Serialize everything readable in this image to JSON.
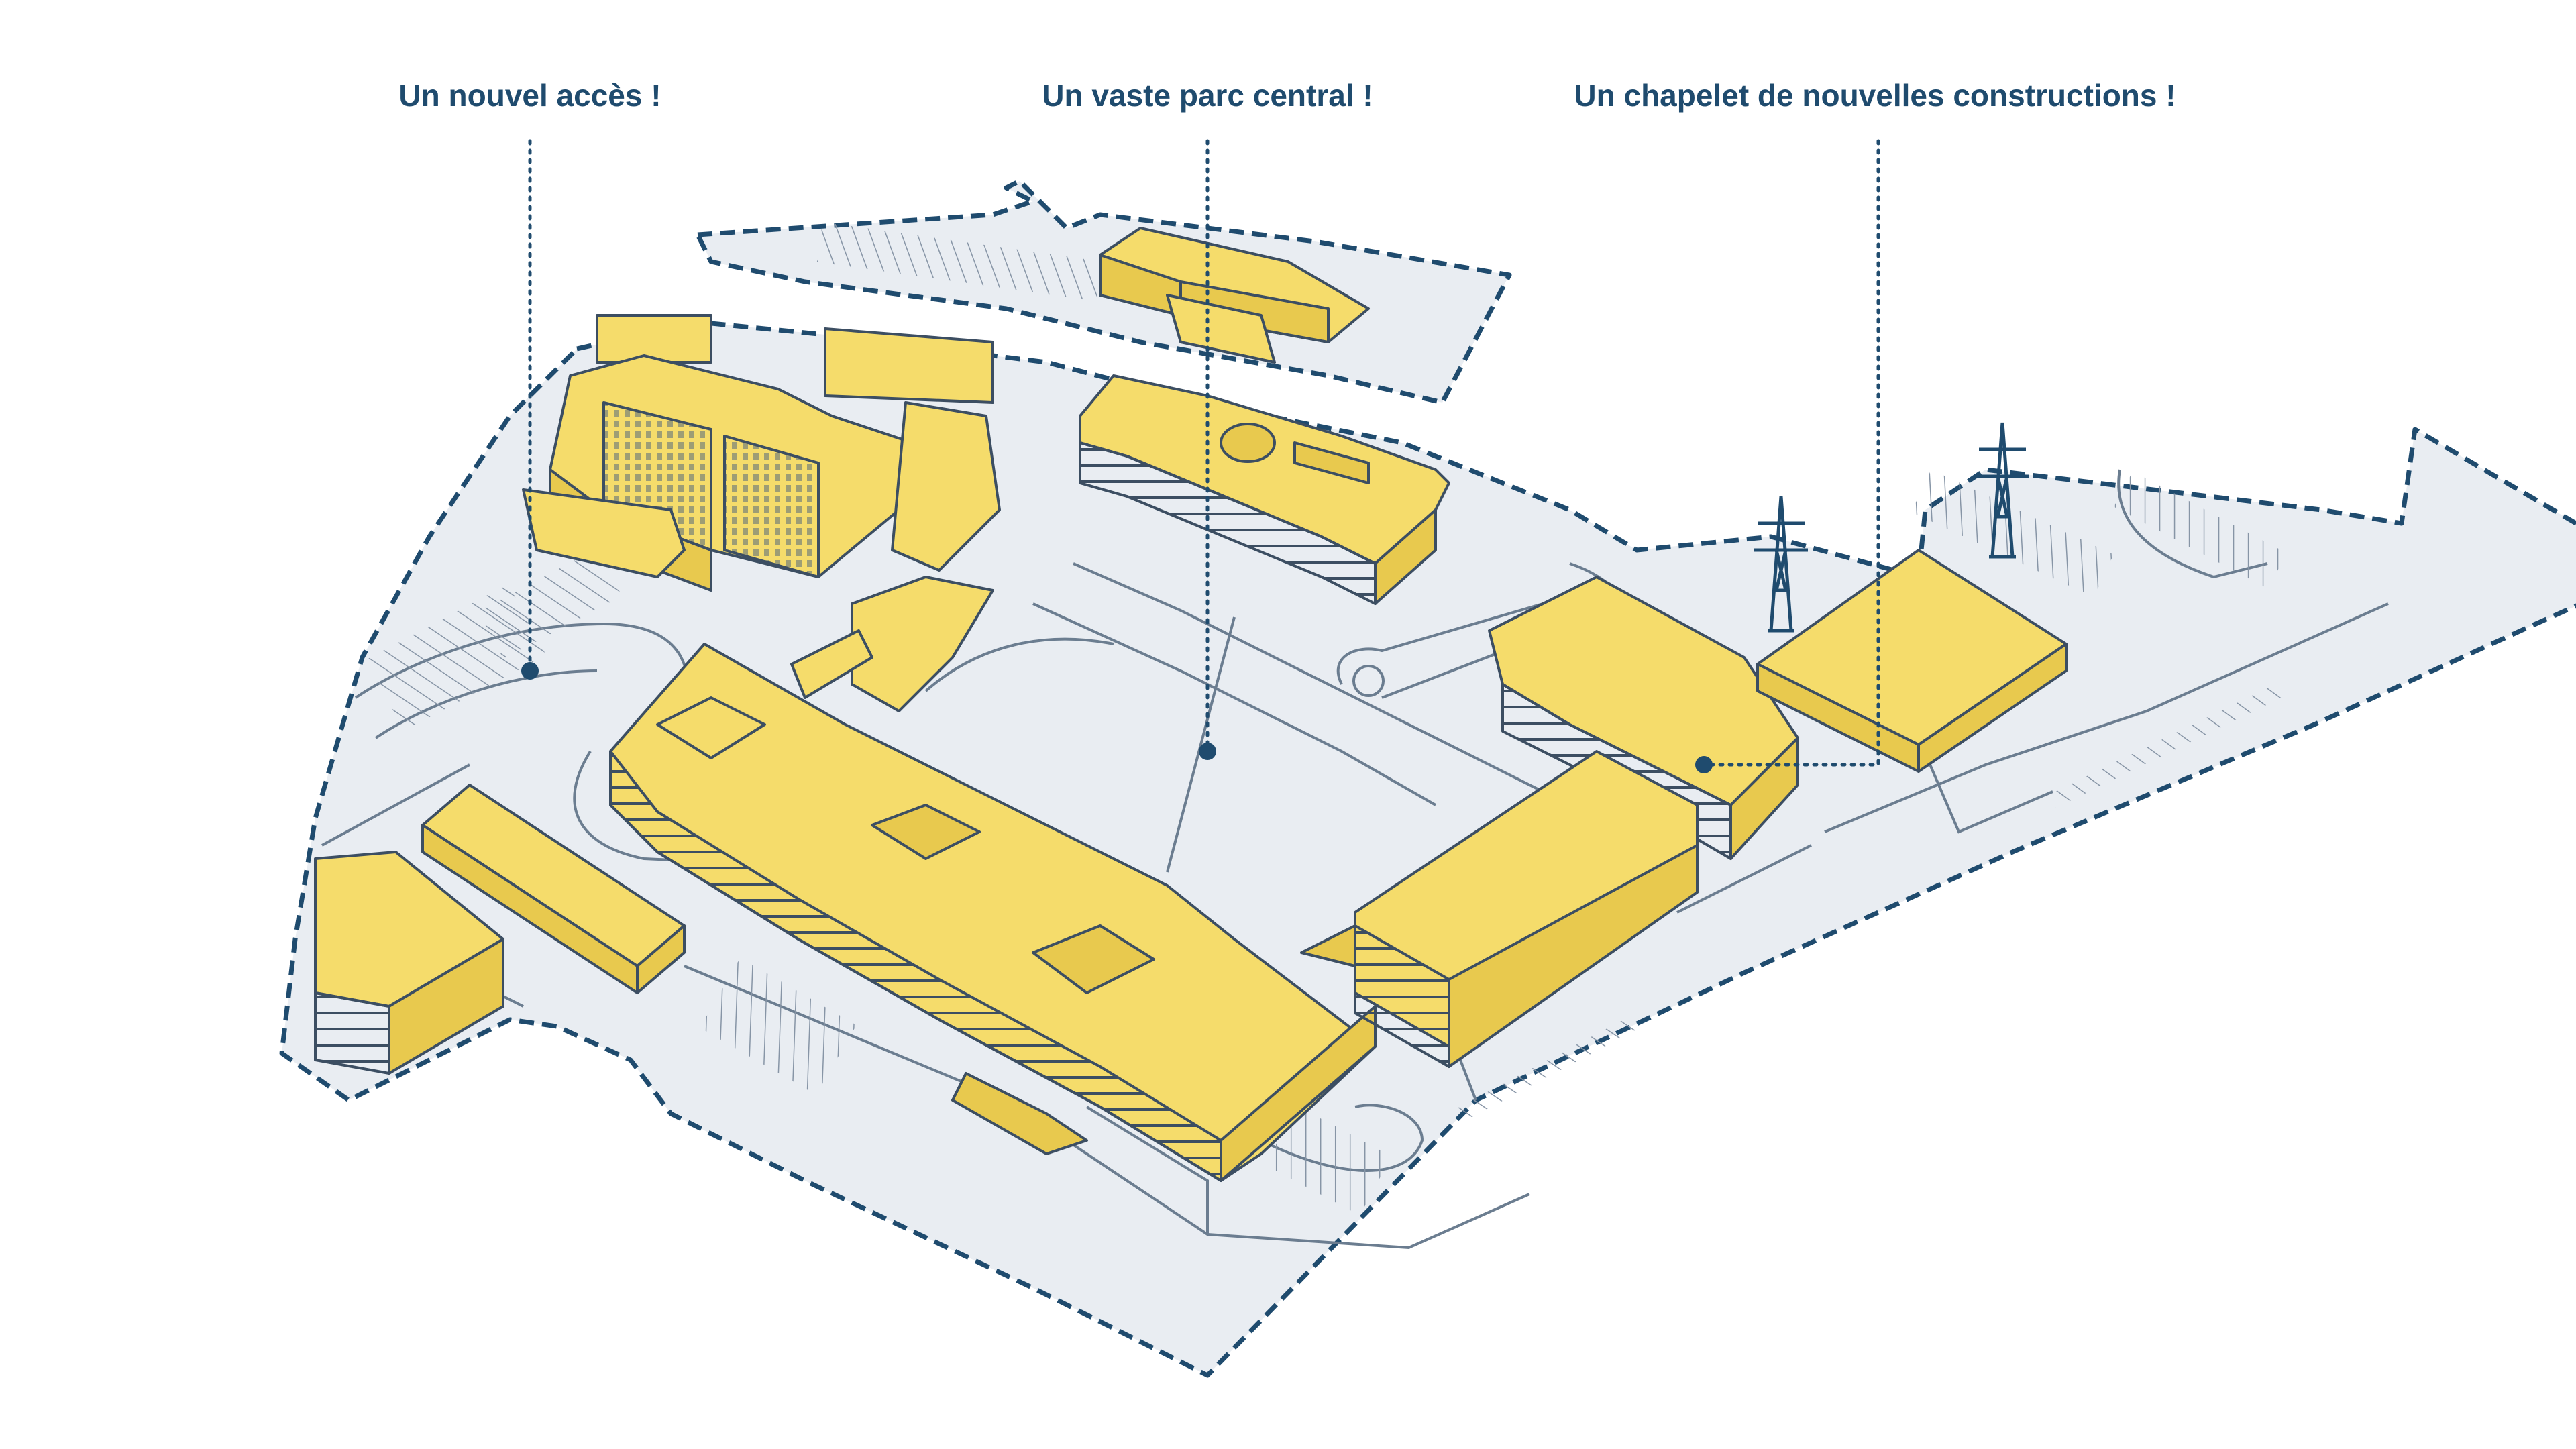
{
  "callouts": {
    "access": "Un nouvel accès !",
    "park": "Un vaste parc central !",
    "constructions": "Un chapelet de nouvelles constructions !"
  },
  "colors": {
    "accent": "#1f4b6e",
    "building_fill": "#f5dc6b",
    "building_side": "#e8c94e",
    "ground": "#e9edf2",
    "line": "#55697e"
  },
  "icons": [
    "pylon-icon",
    "pylon-icon"
  ]
}
